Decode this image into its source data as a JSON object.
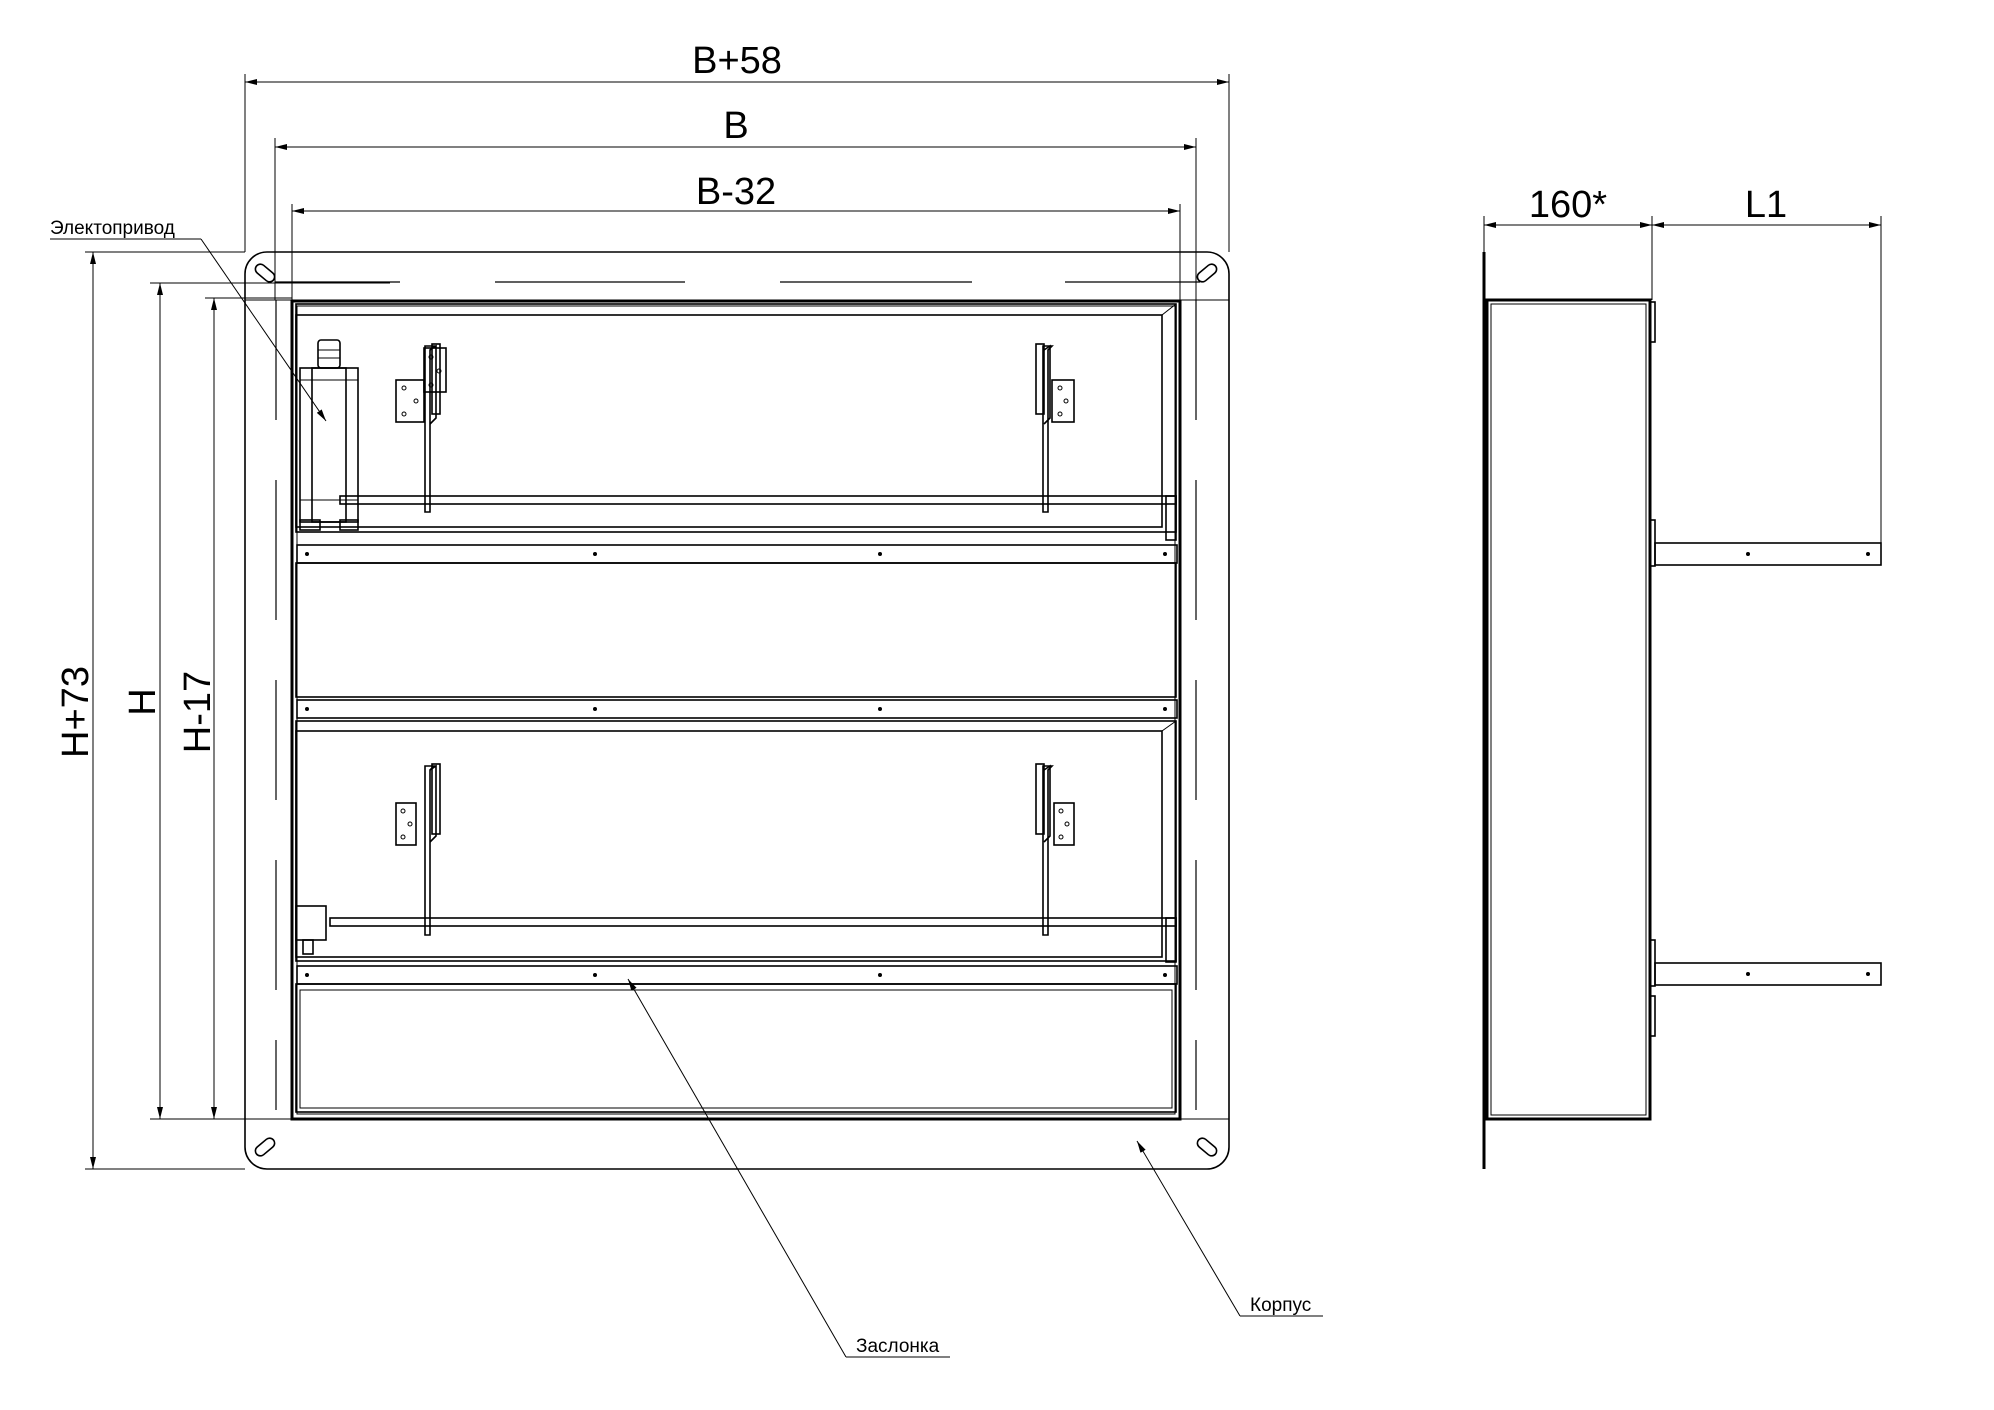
{
  "dimensions": {
    "width_outer": "B+58",
    "width_nominal": "B",
    "width_inner": "B-32",
    "height_outer": "H+73",
    "height_nominal": "H",
    "height_inner": "H-17",
    "depth": "160*",
    "extension": "L1"
  },
  "labels": {
    "actuator": "Электопривод",
    "damper": "Заслонка",
    "housing": "Корпус"
  }
}
